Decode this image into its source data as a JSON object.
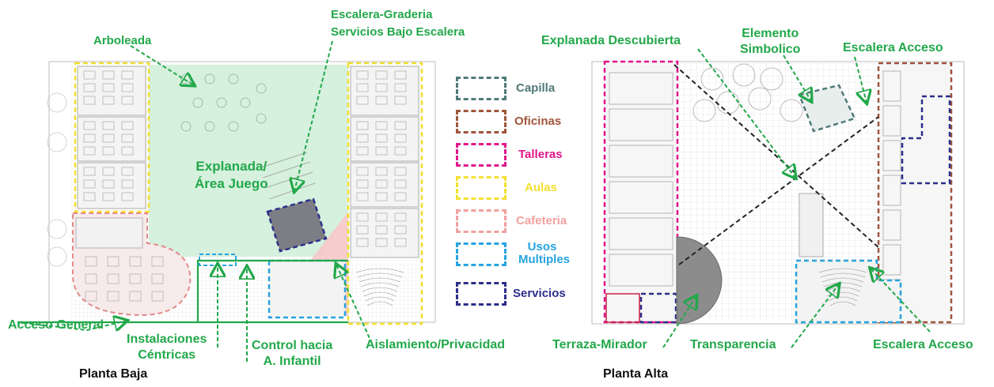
{
  "plans": {
    "ground": {
      "title": "Planta Baja"
    },
    "upper": {
      "title": "Planta Alta"
    }
  },
  "annotations": {
    "arboleada": "Arboleada",
    "escalera_graderia": "Escalera-Graderia",
    "servicios_bajo_escalera": "Servicios Bajo Escalera",
    "explanada_line1": "Explanada/",
    "explanada_line2": "Área Juego",
    "acceso_general": "Acceso General",
    "instalaciones_line1": "Instalaciones",
    "instalaciones_line2": "Céntricas",
    "control_line1": "Control hacia",
    "control_line2": "A. Infantil",
    "aislamiento": "Aislamiento/Privacidad",
    "explanada_descubierta": "Explanada Descubierta",
    "elemento_line1": "Elemento",
    "elemento_line2": "Simbolico",
    "escalera_acceso_top": "Escalera Acceso",
    "escalera_acceso_bottom": "Escalera Acceso",
    "terraza_mirador": "Terraza-Mirador",
    "transparencia": "Transparencia"
  },
  "legend": {
    "items": [
      {
        "label": "Capilla",
        "color": "#4f7a78"
      },
      {
        "label": "Oficinas",
        "color": "#a0553a"
      },
      {
        "label": "Talleras",
        "color": "#e0168a"
      },
      {
        "label": "Aulas",
        "color": "#f2e030"
      },
      {
        "label": "Cafeteria",
        "color": "#f2a0a0"
      },
      {
        "label": "Usos Multiples",
        "color": "#27a3e0"
      },
      {
        "label": "Servicios",
        "color": "#2c2f8a"
      }
    ]
  },
  "colors": {
    "annotation_green": "#22a84a",
    "play_area_fill": "#cfeed8",
    "pink_fill": "#f6c8c8",
    "linework": "#9a9a9a",
    "dashed_dark": "#222222"
  }
}
